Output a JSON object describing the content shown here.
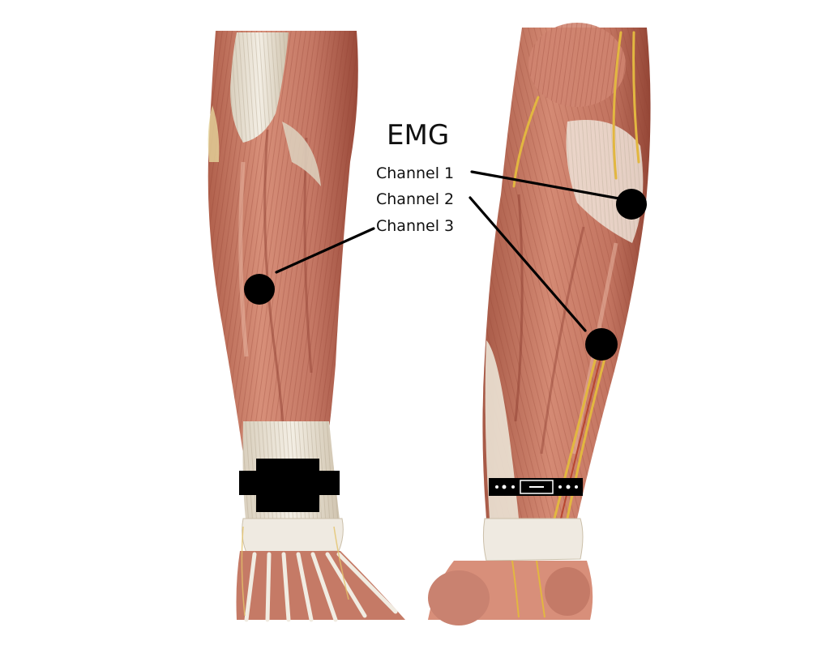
{
  "title": "EMG",
  "channels": [
    {
      "label": "Channel 1"
    },
    {
      "label": "Channel 2"
    },
    {
      "label": "Channel 3"
    }
  ],
  "colors": {
    "muscle": "#c97a66",
    "muscle_dark": "#a4503e",
    "muscle_light": "#e3a48f",
    "tendon": "#ece4d6",
    "tendon_shade": "#cfc3ae",
    "nerve": "#e2b740",
    "electrode": "#000000",
    "background": "#ffffff"
  }
}
